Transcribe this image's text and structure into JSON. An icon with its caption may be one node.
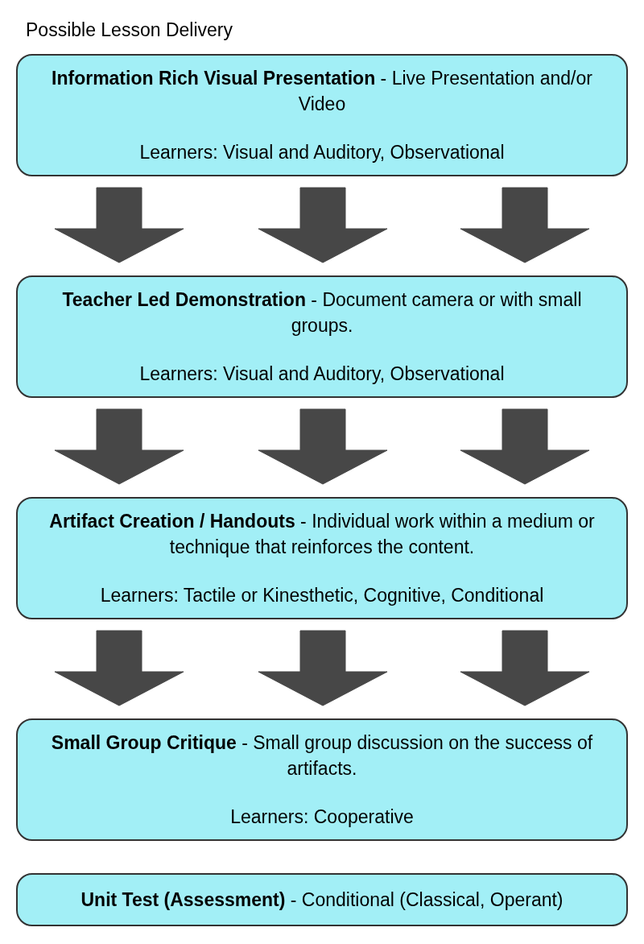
{
  "diagram": {
    "title": "Possible Lesson Delivery",
    "nodes": [
      {
        "text": [
          "**Information Rich Visual Presentation** - Live Presentation and/or Video",
          "Learners: Visual and Auditory, Observational"
        ]
      },
      {
        "text": [
          "**Teacher Led Demonstration** - Document camera or with small groups.",
          "Learners: Visual and Auditory, Observational"
        ]
      },
      {
        "text": [
          "**Artifact Creation / Handouts** - Individual work within a medium or technique that reinforces the content.",
          "Learners: Tactile or Kinesthetic, Cognitive, Conditional"
        ]
      },
      {
        "text": [
          "**Small Group Critique** - Small group discussion on the success of artifacts.",
          "Learners: Cooperative"
        ]
      },
      {
        "text": [
          "**Unit Test (Assessment)** - Conditional (Classical, Operant)"
        ]
      }
    ],
    "edges": [
      {
        "from": 0,
        "to": 1,
        "arrow": "to"
      },
      {
        "from": 0,
        "to": 1,
        "arrow": "to"
      },
      {
        "from": 0,
        "to": 1,
        "arrow": "to"
      },
      {
        "from": 1,
        "to": 2,
        "arrow": "to"
      },
      {
        "from": 1,
        "to": 2,
        "arrow": "to"
      },
      {
        "from": 1,
        "to": 2,
        "arrow": "to"
      },
      {
        "from": 2,
        "to": 3,
        "arrow": "to"
      },
      {
        "from": 2,
        "to": 3,
        "arrow": "to"
      },
      {
        "from": 2,
        "to": 3,
        "arrow": "to"
      }
    ]
  }
}
